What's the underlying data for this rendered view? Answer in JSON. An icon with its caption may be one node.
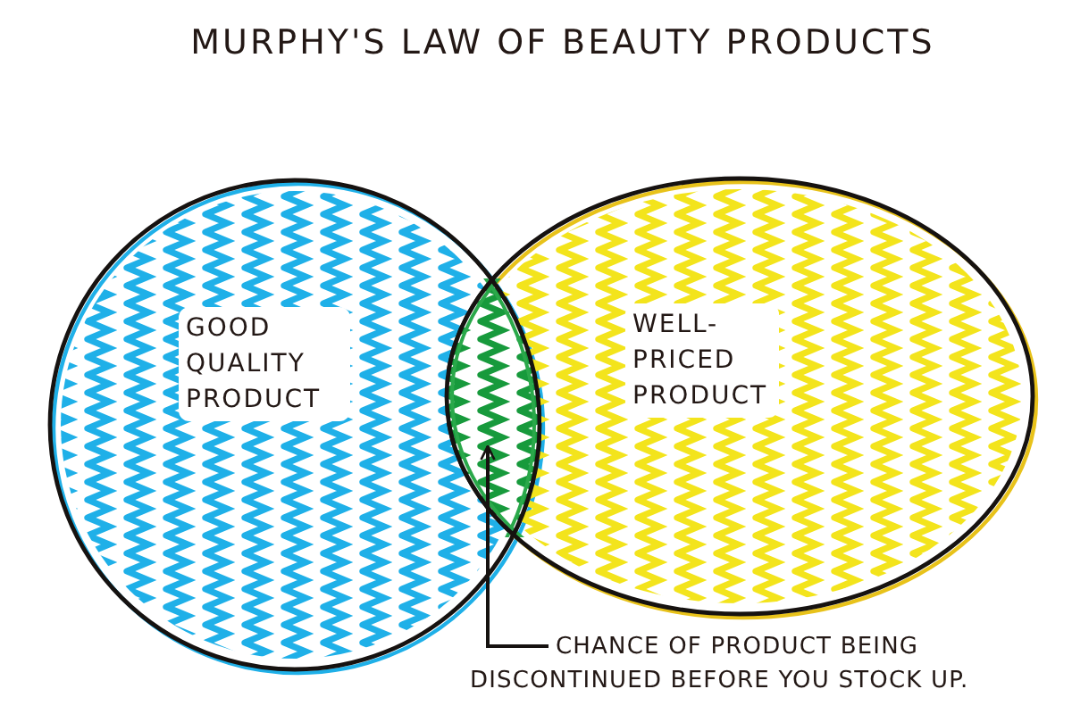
{
  "diagram": {
    "title": "MURPHY'S LAW OF BEAUTY PRODUCTS",
    "nodes": [
      {
        "text": [
          "GOOD QUALITY PRODUCT"
        ]
      },
      {
        "text": [
          "WELL-PRICED PRODUCT"
        ]
      },
      {
        "text": [],
        "shape": "lens"
      },
      {
        "text": [
          "CHANCE OF PRODUCT BEING DISCONTINUED BEFORE YOU STOCK UP."
        ]
      }
    ],
    "edges": [
      {
        "from": 3,
        "to": 2,
        "arrow": "to"
      }
    ]
  }
}
